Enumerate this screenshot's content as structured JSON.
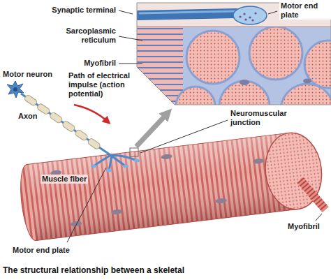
{
  "diagram": {
    "caption": "The structural relationship between a skeletal",
    "labels": [
      "Synaptic terminal",
      "Motor end plate",
      "Sarcoplasmic reticulum",
      "Myofibril",
      "Motor neuron",
      "Path of electrical impulse (action potential)",
      "Axon",
      "Muscle fiber",
      "Neuromuscular junction",
      "Myofibril",
      "Motor end plate"
    ]
  }
}
